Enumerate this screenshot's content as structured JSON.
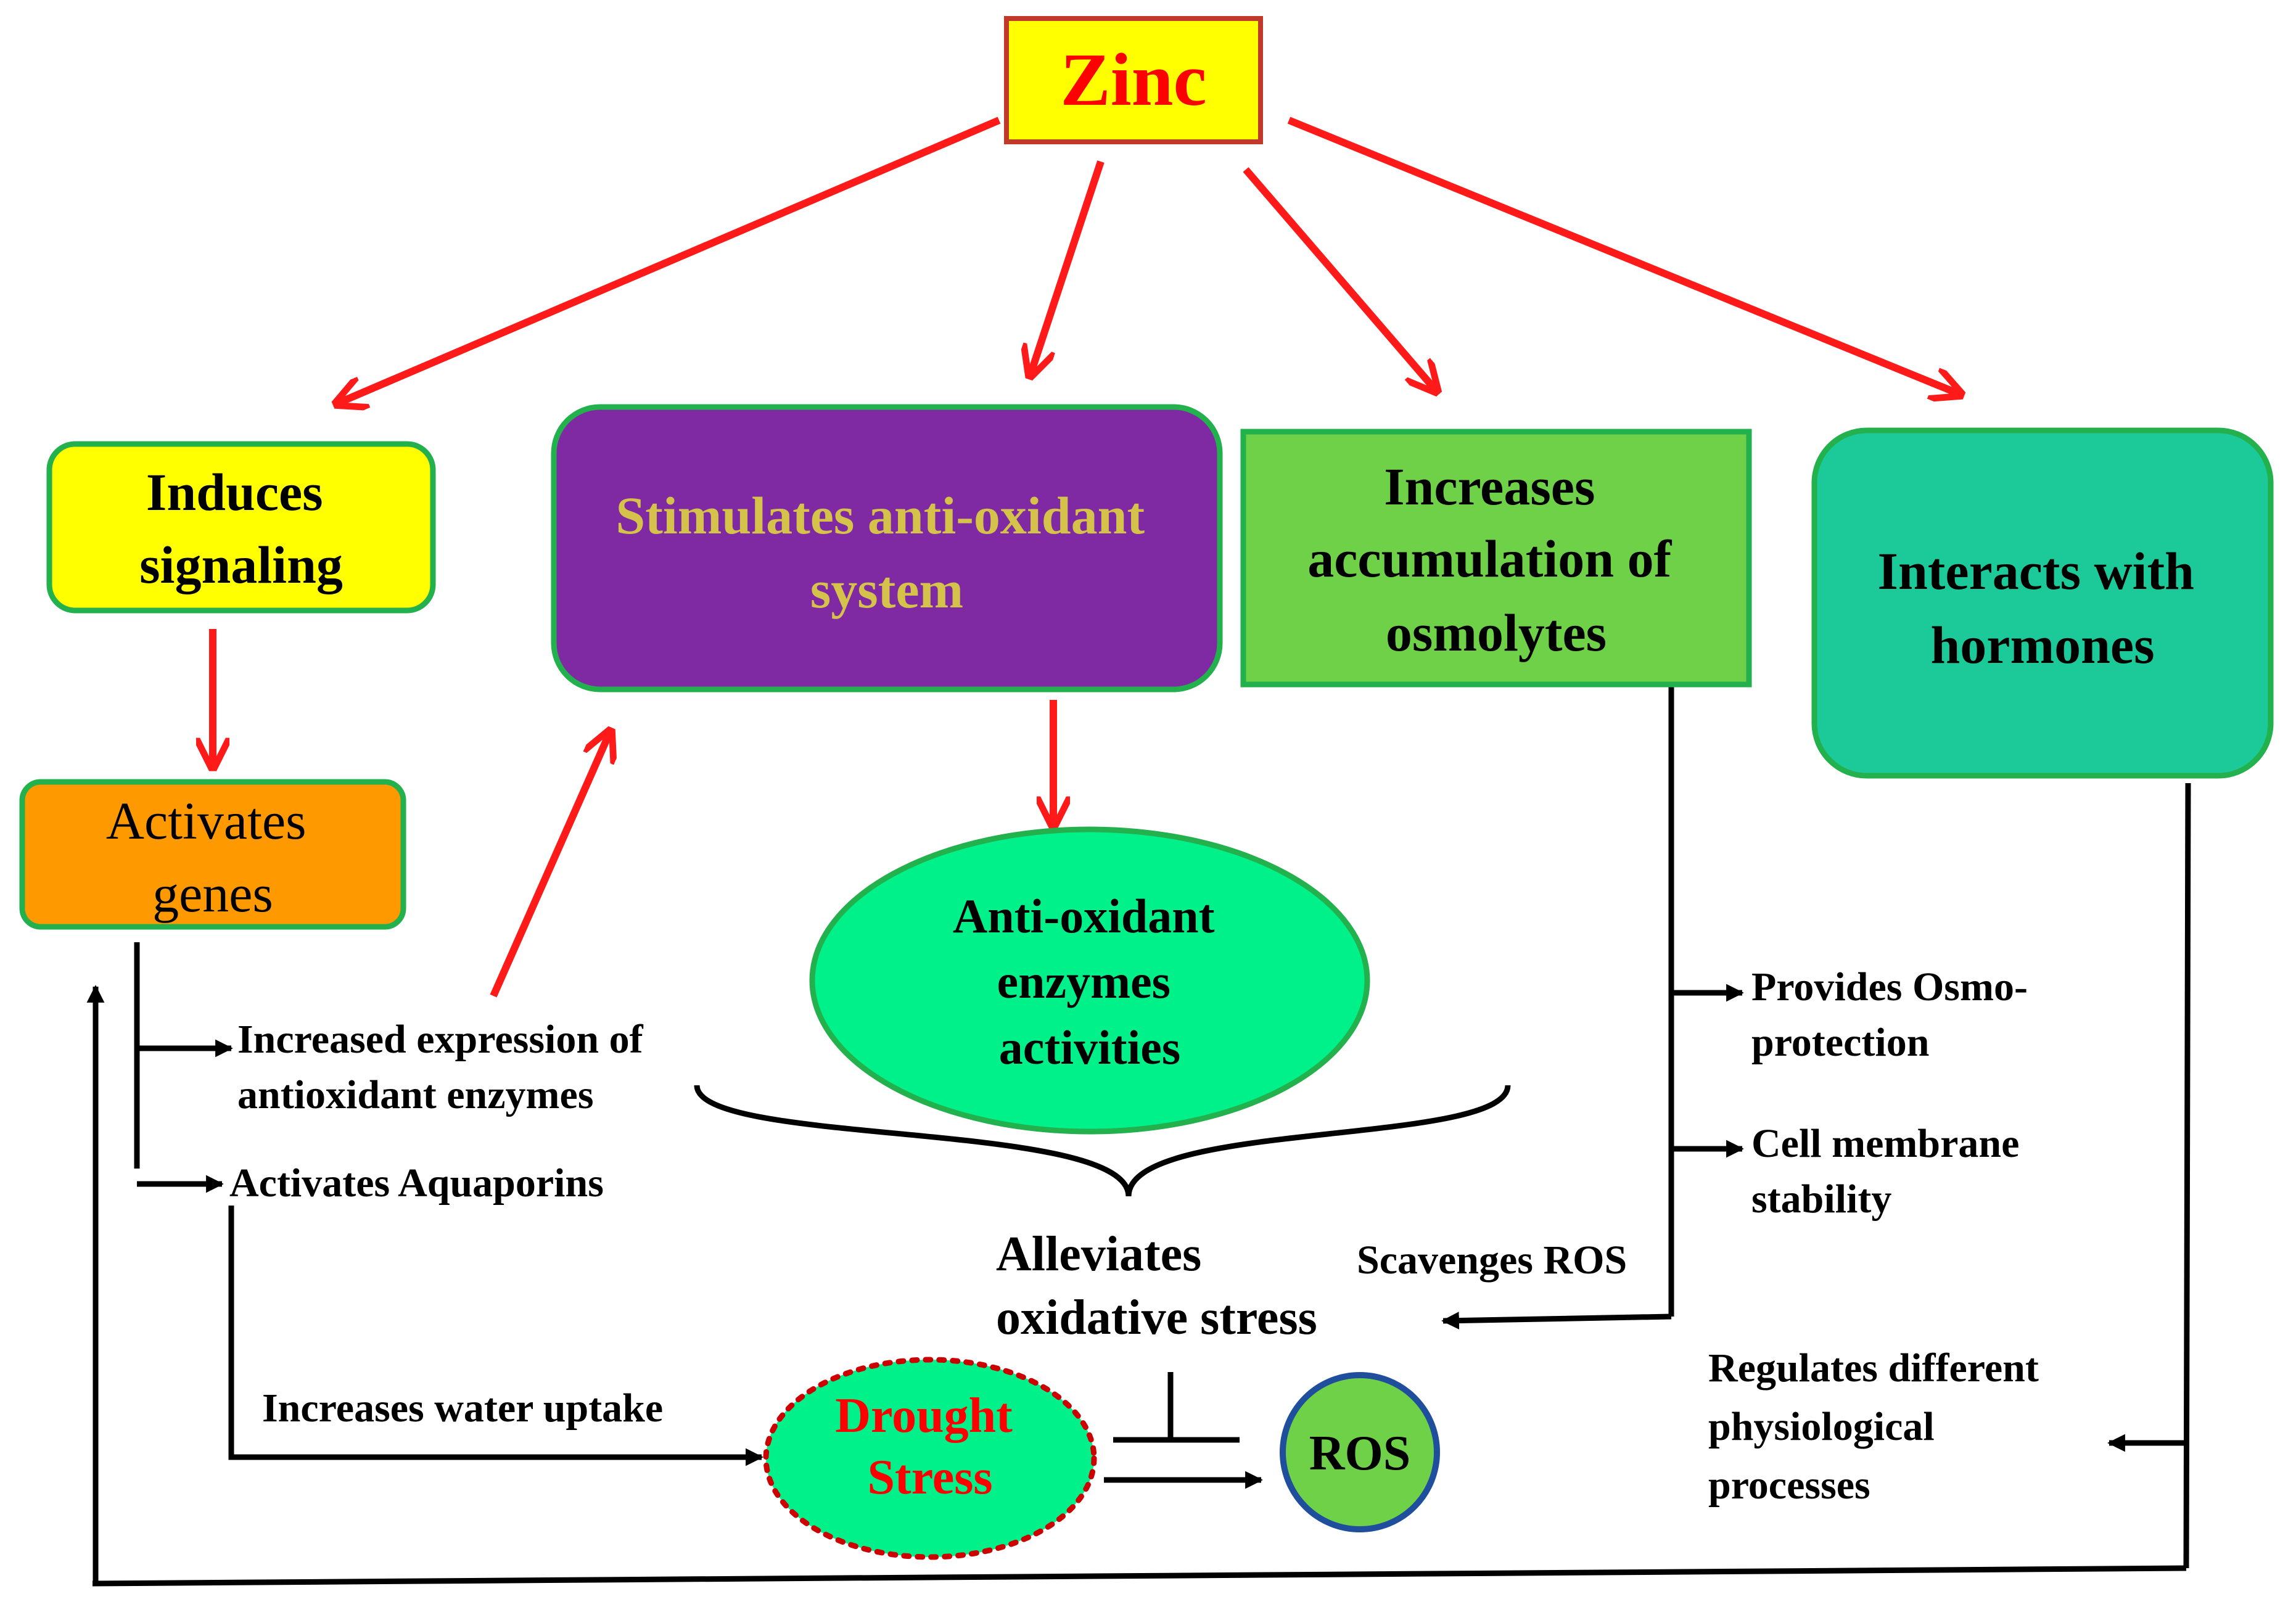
{
  "colors": {
    "red_arrow": "#ff1a1a",
    "black_line": "#000000",
    "zinc_fill": "#ffff00",
    "zinc_border": "#c0392b",
    "zinc_text": "#ff0000",
    "signaling_fill": "#ffff00",
    "green_border": "#22b14c",
    "antioxidant_fill": "#7f2aa3",
    "antioxidant_text": "#d4c24a",
    "osmolytes_fill": "#6fd147",
    "hormones_fill": "#1cc998",
    "genes_fill": "#ff9900",
    "enzymes_fill": "#00f08a",
    "drought_fill": "#00f08a",
    "drought_text": "#ff0000",
    "ros_fill": "#6fd147",
    "ros_border": "#1f4e9c"
  },
  "nodes": {
    "zinc": "Zinc",
    "signaling": [
      "Induces",
      "signaling"
    ],
    "antioxidant_system": [
      "Stimulates anti-oxidant",
      "system"
    ],
    "osmolytes": [
      "Increases",
      "accumulation of",
      "osmolytes"
    ],
    "hormones": [
      "Interacts with",
      "hormones"
    ],
    "genes": [
      "Activates",
      "genes"
    ],
    "enzymes": [
      "Anti-oxidant",
      "enzymes",
      "activities"
    ],
    "drought": [
      "Drought",
      "Stress"
    ],
    "ros": "ROS"
  },
  "labels": {
    "increased_expression": [
      "Increased expression of",
      "antioxidant enzymes"
    ],
    "aquaporins": "Activates Aquaporins",
    "water_uptake": "Increases water uptake",
    "alleviates": [
      "Alleviates",
      "oxidative  stress"
    ],
    "scavenges": "Scavenges ROS",
    "osmoprotection": [
      "Provides Osmo-",
      "protection"
    ],
    "membrane": [
      "Cell membrane",
      "stability"
    ],
    "regulates": [
      "Regulates different",
      "physiological",
      "processes"
    ]
  }
}
